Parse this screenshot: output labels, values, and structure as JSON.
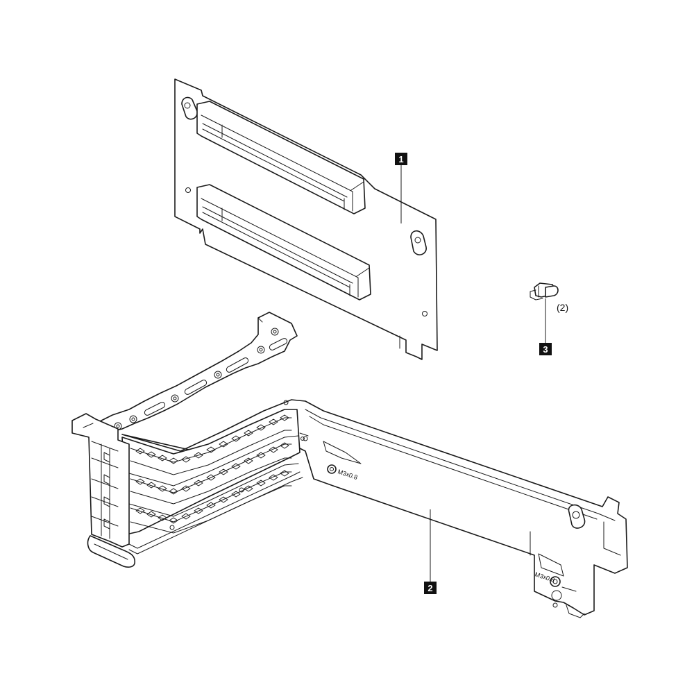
{
  "callouts": [
    {
      "id": "1",
      "label": "1"
    },
    {
      "id": "2",
      "label": "2"
    },
    {
      "id": "3",
      "label": "3"
    }
  ],
  "quantity_note": "(2)",
  "screw_mark": "M3x0.8"
}
